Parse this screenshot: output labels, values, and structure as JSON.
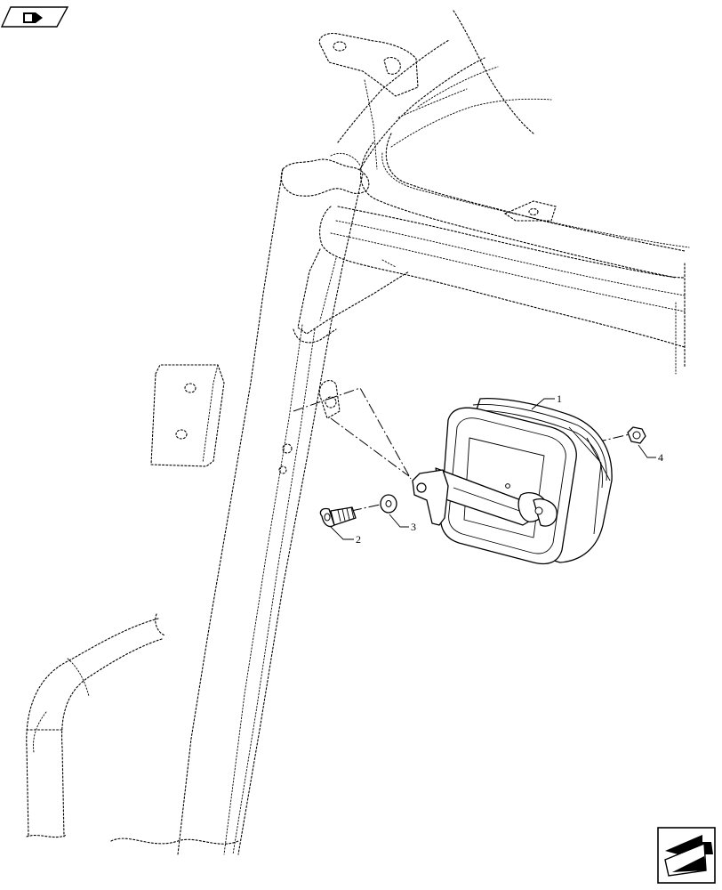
{
  "callouts": [
    {
      "id": "1",
      "label": "1"
    },
    {
      "id": "2",
      "label": "2"
    },
    {
      "id": "3",
      "label": "3"
    },
    {
      "id": "4",
      "label": "4"
    }
  ],
  "nav": {
    "top_left_icon": "reference-book-icon",
    "bottom_right_icon": "next-page-arrow-icon"
  }
}
